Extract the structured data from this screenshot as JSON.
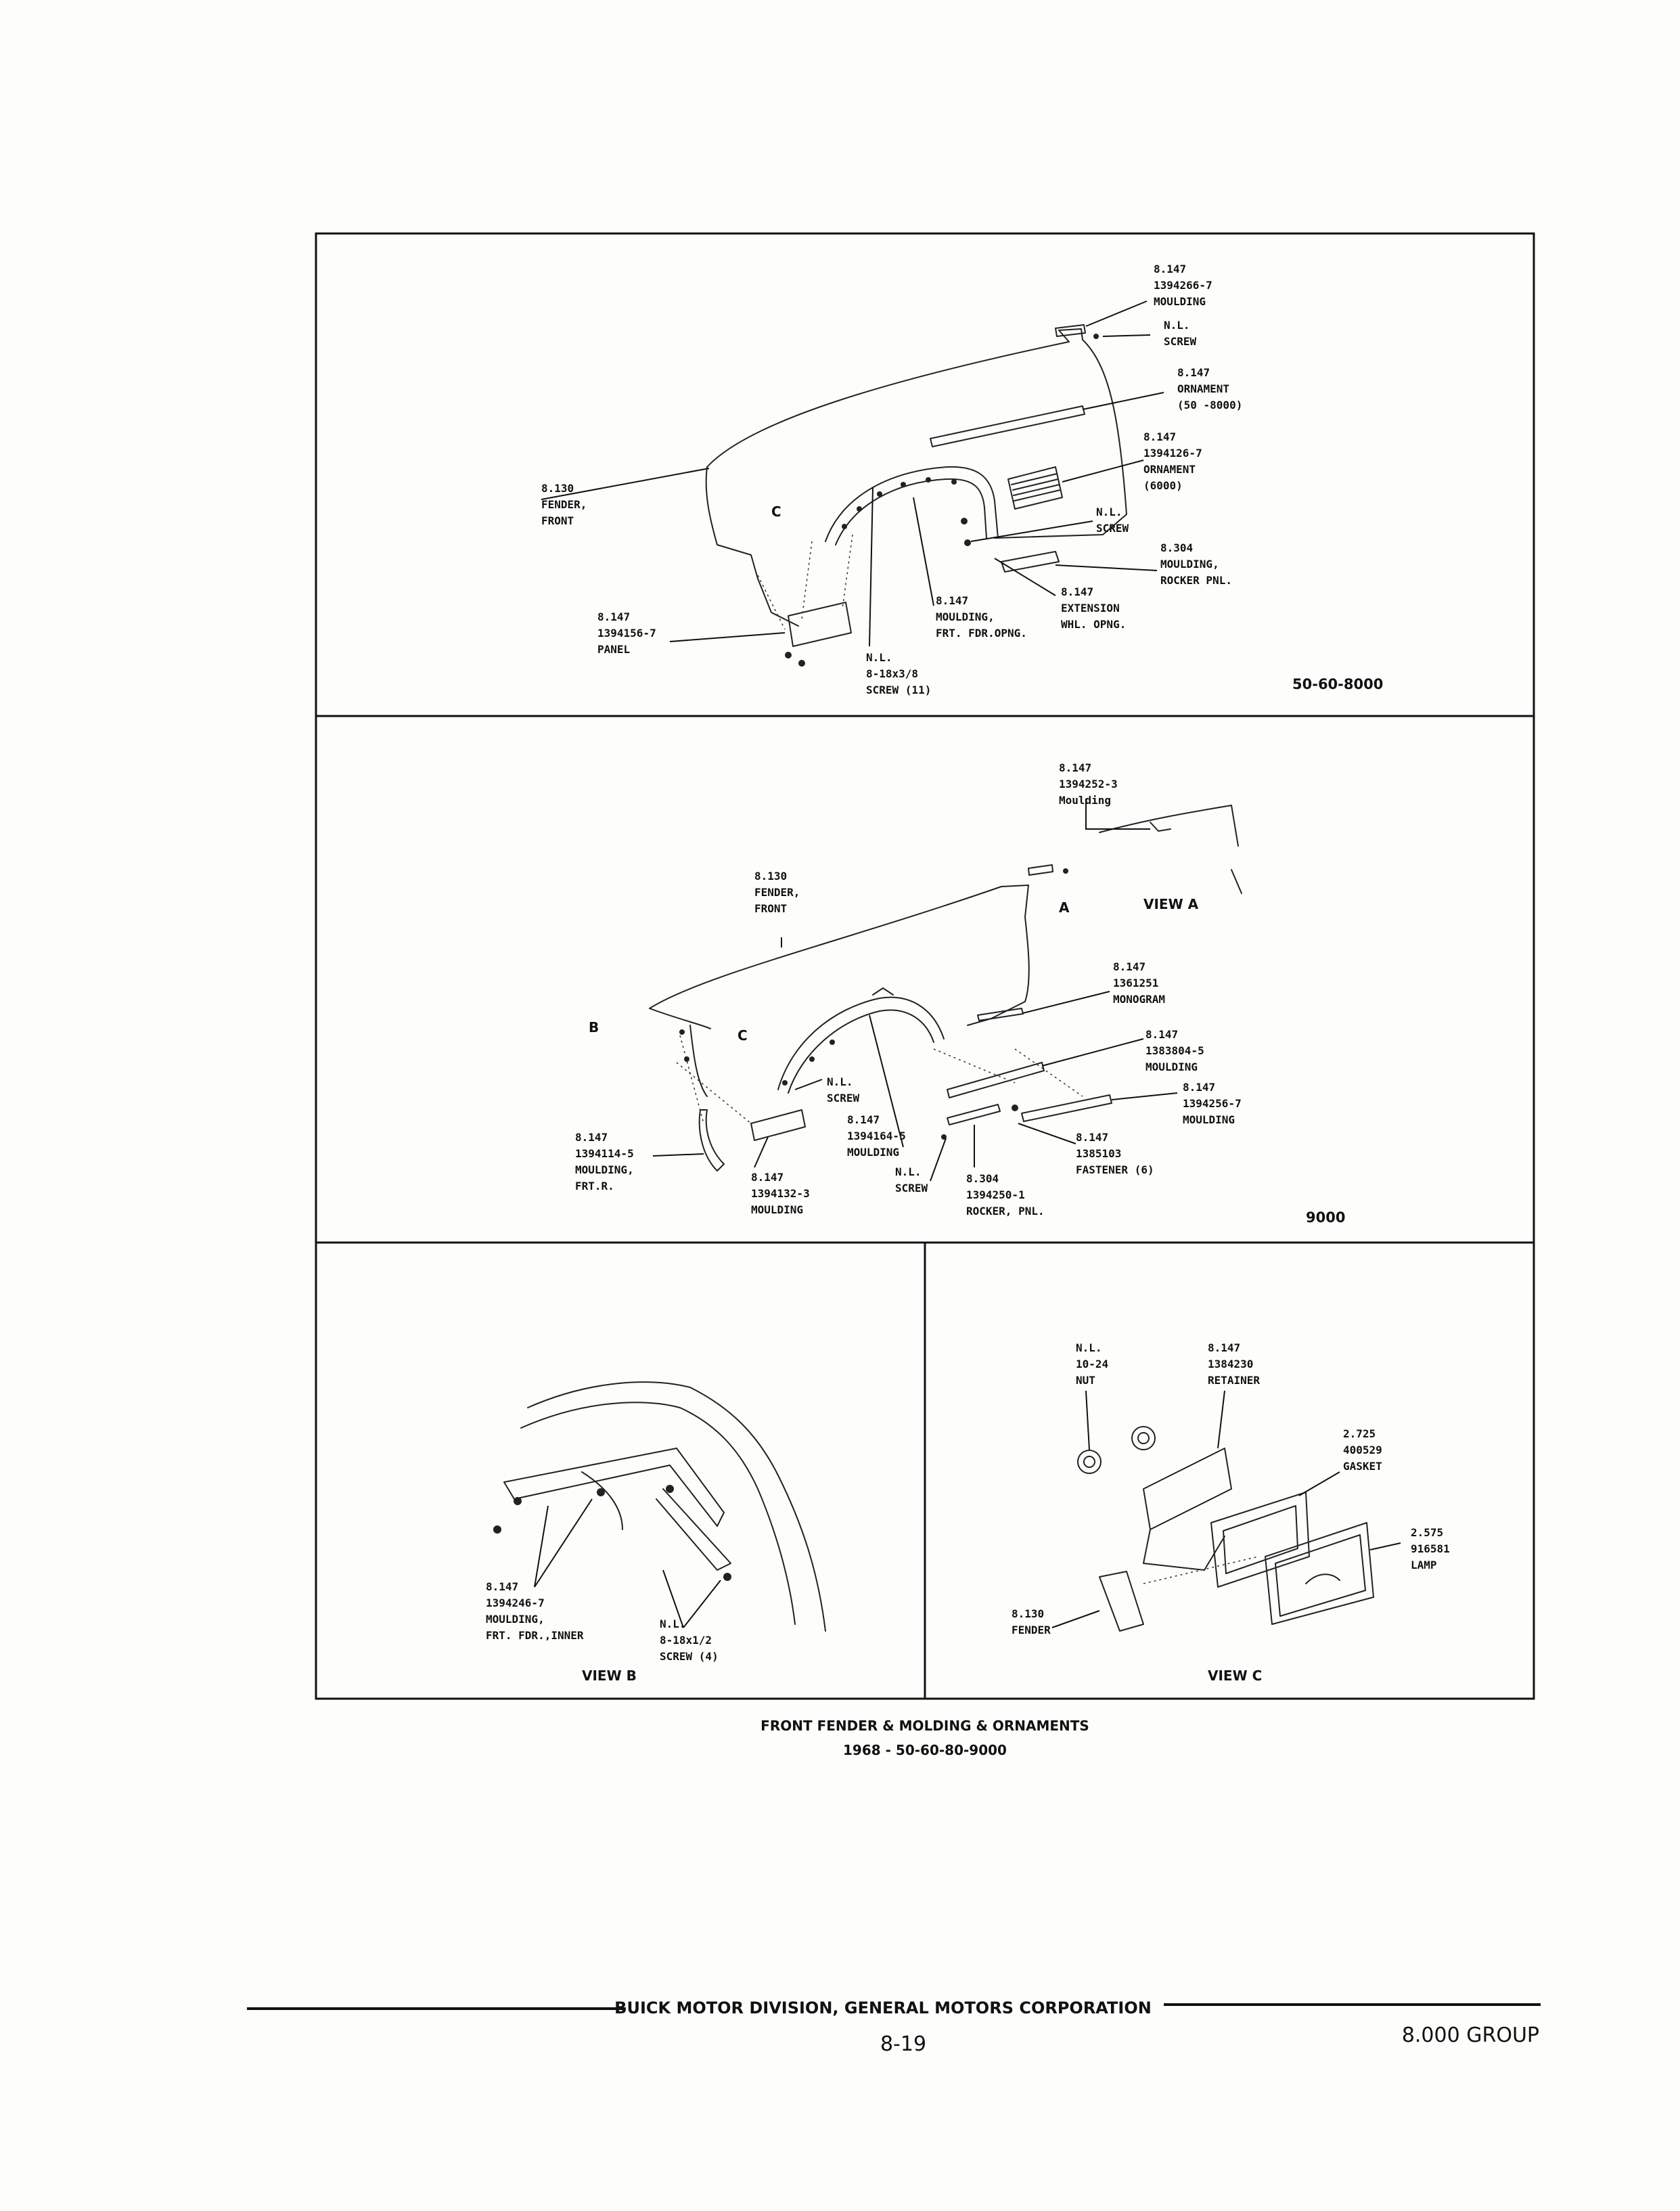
{
  "panel_top": {
    "code": "50-60-8000",
    "letters": {
      "c": "C"
    },
    "labels": [
      {
        "id": "moulding-top",
        "lines": [
          "8.147",
          "1394266-7",
          "MOULDING"
        ]
      },
      {
        "id": "screw-top",
        "lines": [
          "N.L.",
          "SCREW"
        ]
      },
      {
        "id": "ornament-50-8000",
        "lines": [
          "8.147",
          "ORNAMENT",
          "(50 -8000)"
        ]
      },
      {
        "id": "ornament-6000",
        "lines": [
          "8.147",
          "1394126-7",
          "ORNAMENT",
          "(6000)"
        ]
      },
      {
        "id": "fender-front",
        "lines": [
          "8.130",
          "FENDER,",
          "FRONT"
        ]
      },
      {
        "id": "screw-mid",
        "lines": [
          "N.L.",
          "SCREW"
        ]
      },
      {
        "id": "moulding-rocker",
        "lines": [
          "8.304",
          "MOULDING,",
          "ROCKER PNL."
        ]
      },
      {
        "id": "extension",
        "lines": [
          "8.147",
          "EXTENSION",
          "WHL. OPNG."
        ]
      },
      {
        "id": "moulding-frt-fdr",
        "lines": [
          "8.147",
          "MOULDING,",
          "FRT. FDR.OPNG."
        ]
      },
      {
        "id": "panel",
        "lines": [
          "8.147",
          "1394156-7",
          "PANEL"
        ]
      },
      {
        "id": "screw-11",
        "lines": [
          "N.L.",
          "8-18x3/8",
          "SCREW (11)"
        ]
      }
    ]
  },
  "panel_middle": {
    "code": "9000",
    "view_a": "VIEW A",
    "letters": {
      "a": "A",
      "b": "B",
      "c": "C"
    },
    "labels": [
      {
        "id": "moulding-view-a",
        "lines": [
          "8.147",
          "1394252-3",
          "Moulding"
        ]
      },
      {
        "id": "fender-front-2",
        "lines": [
          "8.130",
          "FENDER,",
          "FRONT"
        ]
      },
      {
        "id": "monogram",
        "lines": [
          "8.147",
          "1361251",
          "MONOGRAM"
        ]
      },
      {
        "id": "moulding-1383804",
        "lines": [
          "8.147",
          "1383804-5",
          "MOULDING"
        ]
      },
      {
        "id": "moulding-1394256",
        "lines": [
          "8.147",
          "1394256-7",
          "MOULDING"
        ]
      },
      {
        "id": "screw-nl",
        "lines": [
          "N.L.",
          "SCREW"
        ]
      },
      {
        "id": "moulding-frt-r",
        "lines": [
          "8.147",
          "1394114-5",
          "MOULDING,",
          "FRT.R."
        ]
      },
      {
        "id": "moulding-1394164",
        "lines": [
          "8.147",
          "1394164-5",
          "MOULDING"
        ]
      },
      {
        "id": "fastener",
        "lines": [
          "8.147",
          "1385103",
          "FASTENER (6)"
        ]
      },
      {
        "id": "moulding-1394132",
        "lines": [
          "8.147",
          "1394132-3",
          "MOULDING"
        ]
      },
      {
        "id": "screw-nl-2",
        "lines": [
          "N.L.",
          "SCREW"
        ]
      },
      {
        "id": "rocker-pnl",
        "lines": [
          "8.304",
          "1394250-1",
          "ROCKER, PNL."
        ]
      }
    ]
  },
  "panel_view_b": {
    "title": "VIEW B",
    "labels": [
      {
        "id": "moulding-inner",
        "lines": [
          "8.147",
          "1394246-7",
          "MOULDING,",
          "FRT. FDR.,INNER"
        ]
      },
      {
        "id": "screw-4",
        "lines": [
          "N.L.",
          "8-18x1/2",
          "SCREW (4)"
        ]
      }
    ]
  },
  "panel_view_c": {
    "title": "VIEW C",
    "labels": [
      {
        "id": "nut",
        "lines": [
          "N.L.",
          "10-24",
          "NUT"
        ]
      },
      {
        "id": "retainer",
        "lines": [
          "8.147",
          "1384230",
          "RETAINER"
        ]
      },
      {
        "id": "gasket",
        "lines": [
          "2.725",
          "400529",
          "GASKET"
        ]
      },
      {
        "id": "lamp",
        "lines": [
          "2.575",
          "916581",
          "LAMP"
        ]
      },
      {
        "id": "fender",
        "lines": [
          "8.130",
          "FENDER"
        ]
      }
    ]
  },
  "caption": {
    "line1": "FRONT FENDER & MOLDING & ORNAMENTS",
    "line2": "1968 - 50-60-80-9000"
  },
  "footer": {
    "corporation": "BUICK MOTOR DIVISION, GENERAL MOTORS CORPORATION",
    "page_number": "8-19",
    "group": "8.000 GROUP"
  }
}
